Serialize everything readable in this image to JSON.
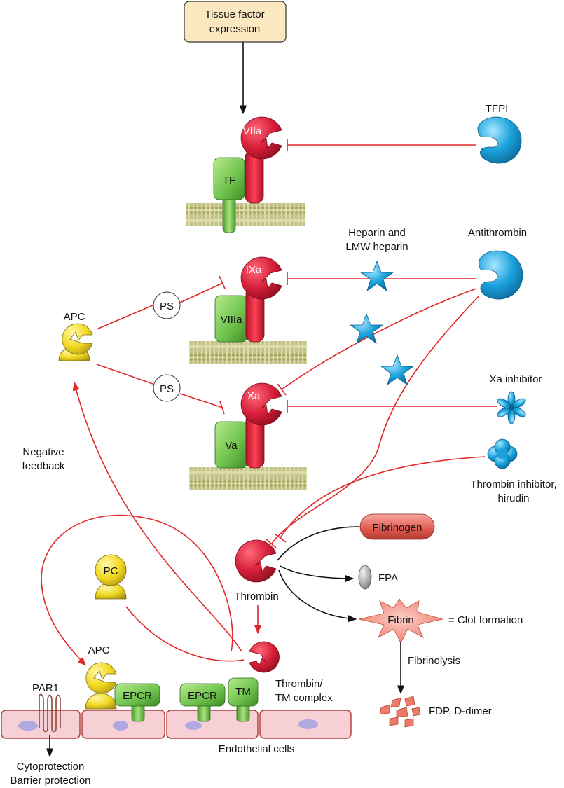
{
  "tissue_factor_box": {
    "line1": "Tissue factor",
    "line2": "expression"
  },
  "factors": {
    "VIIa": "VIIa",
    "TF": "TF",
    "IXa": "IXa",
    "VIIIa": "VIIIa",
    "Xa": "Xa",
    "Va": "Va"
  },
  "inhibitors": {
    "TFPI": "TFPI",
    "heparin_line1": "Heparin and",
    "heparin_line2": "LMW heparin",
    "antithrombin": "Antithrombin",
    "xa_inhibitor": "Xa inhibitor",
    "thrombin_inhibitor_line1": "Thrombin inhibitor,",
    "thrombin_inhibitor_line2": "hirudin"
  },
  "protein_c": {
    "apc_top": "APC",
    "ps": "PS",
    "negative_feedback_line1": "Negative",
    "negative_feedback_line2": "feedback",
    "pc": "PC",
    "apc_bottom": "APC"
  },
  "thrombin": {
    "label": "Thrombin",
    "complex_line1": "Thrombin/",
    "complex_line2": "TM complex"
  },
  "fibrin_path": {
    "fibrinogen": "Fibrinogen",
    "fpa": "FPA",
    "fibrin": "Fibrin",
    "clot_formation": "= Clot formation",
    "fibrinolysis": "Fibrinolysis",
    "fdp": "FDP, D-dimer"
  },
  "endothelium": {
    "par1": "PAR1",
    "epcr": "EPCR",
    "tm": "TM",
    "endothelial_cells": "Endothelial cells",
    "cytoprotection": "Cytoprotection",
    "barrier_protection": "Barrier protection"
  },
  "colors": {
    "inhibition_line": "#e02828",
    "activation_arrow": "#111111",
    "enzyme_red": "#d81e3a",
    "cofactor_green": "#6cc04a",
    "inhibitor_blue": "#1aa2dc",
    "apc_yellow": "#f2d81e",
    "membrane_olive": "#c8c88a",
    "cell_pink": "#f6d0d4"
  }
}
